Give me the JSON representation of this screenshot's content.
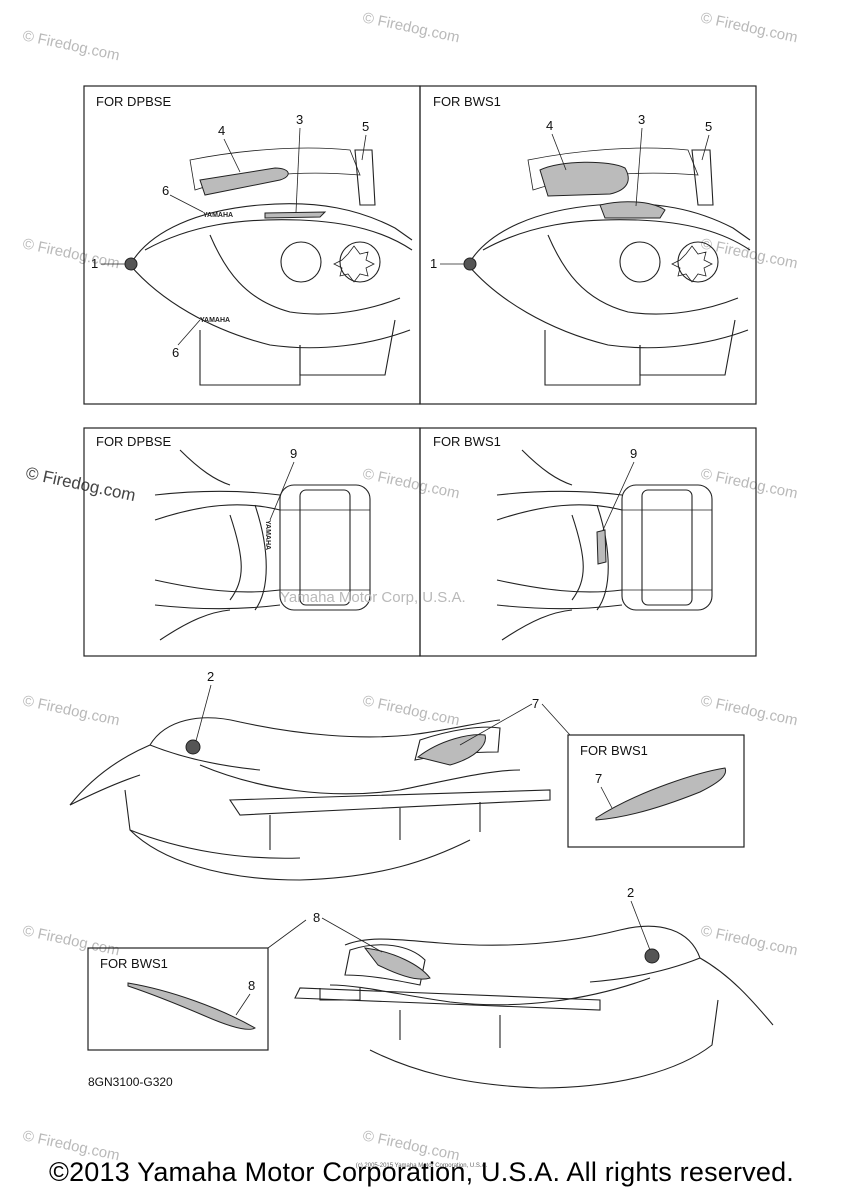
{
  "panels": {
    "top_left_label": "FOR DPBSE",
    "top_right_label": "FOR BWS1",
    "mid_left_label": "FOR DPBSE",
    "mid_right_label": "FOR BWS1",
    "side_inset1_label": "FOR BWS1",
    "side_inset2_label": "FOR BWS1"
  },
  "callouts": {
    "c1": "1",
    "c2": "2",
    "c3": "3",
    "c4": "4",
    "c5": "5",
    "c6": "6",
    "c7": "7",
    "c8": "8",
    "c9": "9"
  },
  "part_code": "8GN3100-G320",
  "watermarks": {
    "firedog": "© Firedog.com",
    "yamaha": "Yamaha Motor Corp, U.S.A."
  },
  "decal_text": "YAMAHA",
  "footer": "©2013 Yamaha Motor Corporation, U.S.A. All rights reserved.",
  "tiny_copyright": "(c) 2005-2015 Yamaha Motor Corporation, U.S.A."
}
